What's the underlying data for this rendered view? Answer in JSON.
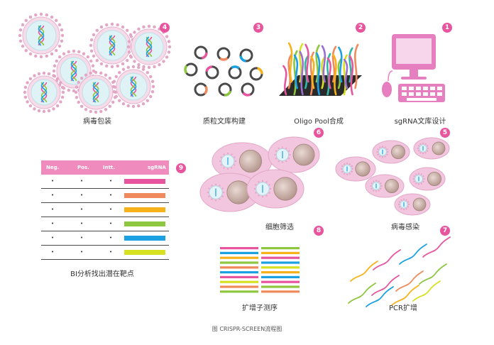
{
  "steps": [
    {
      "num": "1",
      "label": "sgRNA文库设计"
    },
    {
      "num": "2",
      "label": "Oligo Pool合成"
    },
    {
      "num": "3",
      "label": "质粒文库构建"
    },
    {
      "num": "4",
      "label": "病毒包装"
    },
    {
      "num": "5",
      "label": "病毒感染"
    },
    {
      "num": "6",
      "label": "细胞筛选"
    },
    {
      "num": "7",
      "label": "PCR扩增"
    },
    {
      "num": "8",
      "label": "扩增子测序"
    },
    {
      "num": "9",
      "label": "BI分析找出潜在靶点"
    }
  ],
  "table": {
    "headers": [
      "sgRNA",
      "Intt.",
      "Pos.",
      "Neg."
    ],
    "cell_mark": "•",
    "rows": [
      {
        "color": "#e6559e"
      },
      {
        "color": "#f08a5d"
      },
      {
        "color": "#f7b21b"
      },
      {
        "color": "#8dc63f"
      },
      {
        "color": "#1ba1e2"
      },
      {
        "color": "#d7e021"
      }
    ]
  },
  "caption": "图 CRISPR-SCREEN流程图",
  "colors": {
    "accent": "#e6559e",
    "cell_fill": "#f3c6e0",
    "nucleus": "#b69a91"
  }
}
